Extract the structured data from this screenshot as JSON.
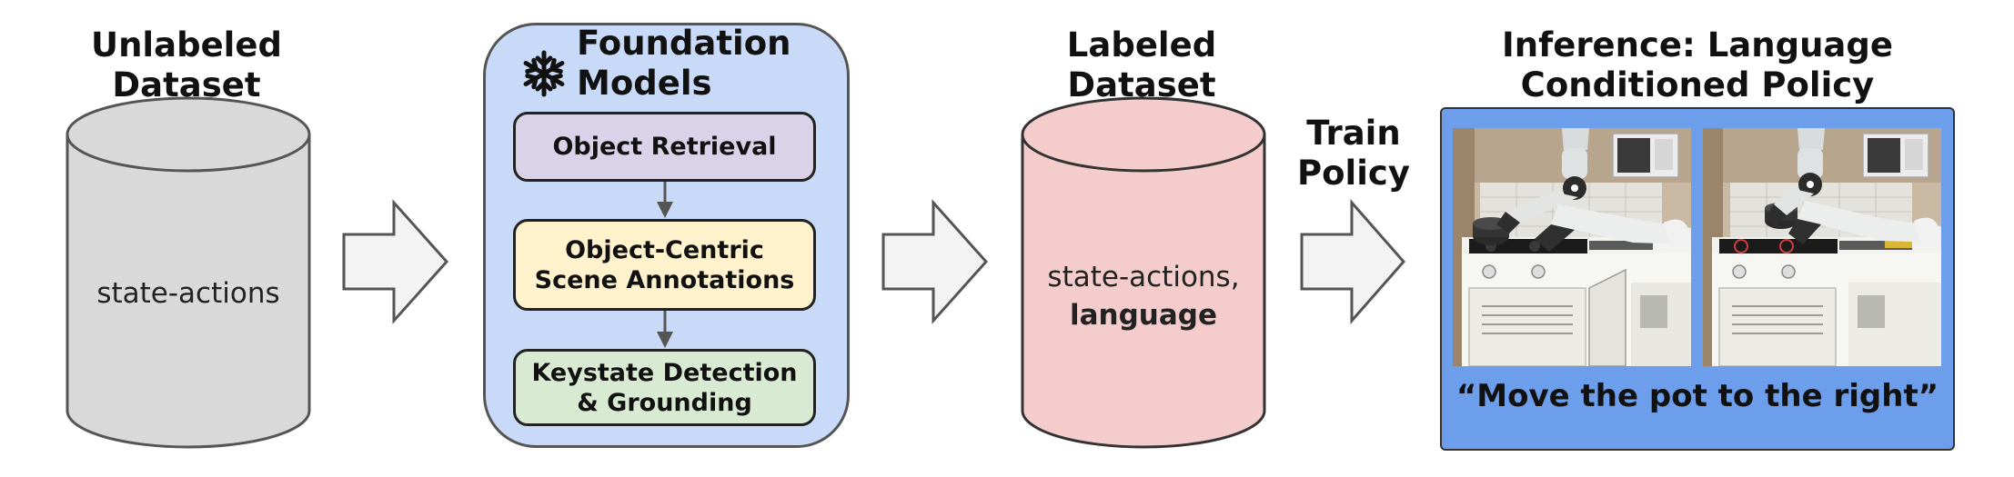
{
  "stage1": {
    "title_line1": "Unlabeled",
    "title_line2": "Dataset",
    "content": "state-actions"
  },
  "stage2": {
    "title_line1": "Foundation",
    "title_line2": "Models",
    "boxes": [
      {
        "line1": "Object Retrieval",
        "line2": "",
        "color": "#d9d2e9"
      },
      {
        "line1": "Object-Centric",
        "line2": "Scene Annotations",
        "color": "#fff2cc"
      },
      {
        "line1": "Keystate Detection",
        "line2": "& Grounding",
        "color": "#d9ead3"
      }
    ]
  },
  "stage3": {
    "title_line1": "Labeled",
    "title_line2": "Dataset",
    "content_line1": "state-actions,",
    "content_line2": "language"
  },
  "train_label": {
    "line1": "Train",
    "line2": "Policy"
  },
  "stage4": {
    "title_line1": "Inference: Language",
    "title_line2": "Conditioned Policy",
    "instruction": "“Move the pot to the right”"
  },
  "colors": {
    "cylinder_gray": "#d9d9d9",
    "cylinder_pink": "#f4cccc",
    "panel_blue": "#c9daf8",
    "inference_blue": "#6d9eeb",
    "arrow_fill": "#f3f3f3"
  }
}
